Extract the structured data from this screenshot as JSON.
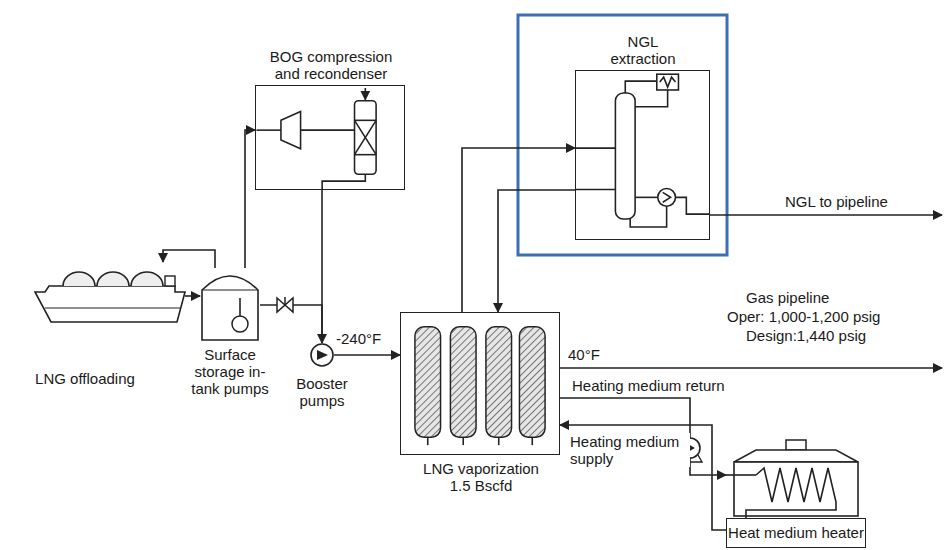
{
  "diagram": {
    "nodes": [
      {
        "text": [
          "BOG compression and recondenser"
        ]
      },
      {
        "text": [
          "NGL extraction"
        ]
      },
      {
        "text": [
          "LNG offloading"
        ]
      },
      {
        "text": [
          "Surface storage in-tank pumps"
        ]
      },
      {
        "text": [
          "Booster pumps"
        ]
      },
      {
        "text": [
          "LNG vaporization 1.5 Bscfd"
        ]
      },
      {
        "text": [
          "Heat medium heater"
        ]
      }
    ],
    "edges": [
      {
        "from": 2,
        "to": 3,
        "arrow": "to"
      },
      {
        "from": 3,
        "to": 2,
        "arrow": "to"
      },
      {
        "from": 3,
        "to": 0,
        "arrow": "to"
      },
      {
        "from": 0,
        "to": 4,
        "arrow": "to"
      },
      {
        "from": 3,
        "to": 4,
        "arrow": "none"
      },
      {
        "from": 4,
        "to": 5,
        "label": "-240°F",
        "arrow": "to"
      },
      {
        "from": 5,
        "to": 1,
        "arrow": "to"
      },
      {
        "from": 1,
        "to": 5,
        "arrow": "to"
      },
      {
        "from": 5,
        "to": 6,
        "label": "Heating medium return",
        "arrow": "to"
      },
      {
        "from": 6,
        "to": 5,
        "label": "Heating medium supply",
        "arrow": "to"
      }
    ],
    "labels": [
      "40°F",
      "Gas pipeline",
      "Oper: 1,000-1,200 psig",
      "Design:1,440 psig",
      "NGL to pipeline"
    ]
  }
}
